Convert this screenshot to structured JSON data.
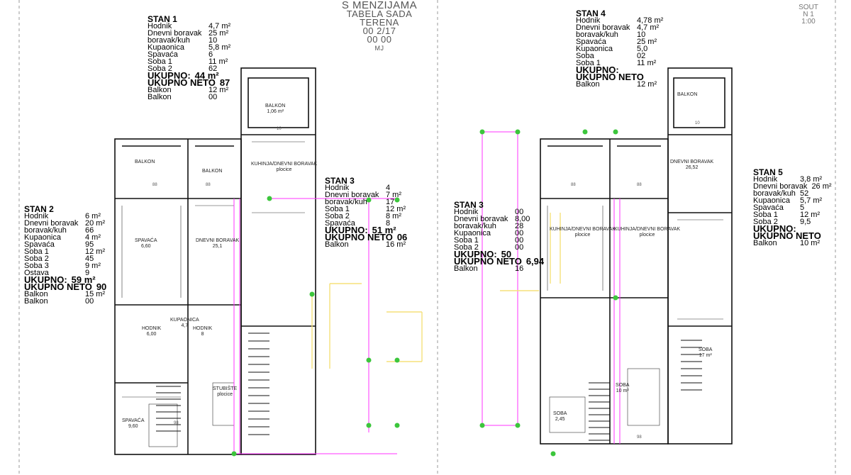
{
  "header": {
    "title": "S MENZIJAMA",
    "line2": "TABELA SADA",
    "line3": "TERENA",
    "line4": "00 2/17",
    "line5": "00 00",
    "line6": "MJ"
  },
  "corner": {
    "line1": "SOUT",
    "line2": "N 1",
    "line3": "1:00"
  },
  "tables": [
    {
      "title": "STAN 1",
      "rows": [
        {
          "label": "Hodnik",
          "value": "4,7 m²"
        },
        {
          "label": "Dnevni boravak",
          "value": "25 m²"
        },
        {
          "label": "boravak/kuh",
          "value": "10"
        },
        {
          "label": "Kupaonica",
          "value": "5,8 m²"
        },
        {
          "label": "Spavaća",
          "value": "6"
        },
        {
          "label": "Soba 1",
          "value": "11 m²"
        },
        {
          "label": "Soba 2",
          "value": "62"
        }
      ],
      "total_label": "UKUPNO:",
      "total_value": "44 m²",
      "ext_label": "UKUPNO NETO",
      "ext_value": "87",
      "extra": [
        {
          "label": "Balkon",
          "value": "12 m²"
        },
        {
          "label": "Balkon",
          "value": "00"
        }
      ]
    },
    {
      "title": "STAN 2",
      "rows": [
        {
          "label": "Hodnik",
          "value": "6 m²"
        },
        {
          "label": "Dnevni boravak",
          "value": "20 m²"
        },
        {
          "label": "boravak/kuh",
          "value": "66"
        },
        {
          "label": "Kupaonica",
          "value": "4 m²"
        },
        {
          "label": "Spavaća",
          "value": "95"
        },
        {
          "label": "Soba 1",
          "value": "12 m²"
        },
        {
          "label": "Soba 2",
          "value": "45"
        },
        {
          "label": "Soba 3",
          "value": "9 m²"
        },
        {
          "label": "Ostava",
          "value": "9"
        }
      ],
      "total_label": "UKUPNO:",
      "total_value": "59 m²",
      "ext_label": "UKUPNO NETO",
      "ext_value": "90",
      "extra": [
        {
          "label": "Balkon",
          "value": "15 m²"
        },
        {
          "label": "Balkon",
          "value": "00"
        }
      ]
    },
    {
      "title": "STAN 3",
      "rows": [
        {
          "label": "Hodnik",
          "value": "4"
        },
        {
          "label": "Dnevni boravak",
          "value": "7 m²"
        },
        {
          "label": "boravak/kuh",
          "value": "17"
        },
        {
          "label": "Soba 1",
          "value": "12 m²"
        },
        {
          "label": "Soba 2",
          "value": "8 m²"
        },
        {
          "label": "Spavaća",
          "value": "8"
        }
      ],
      "total_label": "UKUPNO:",
      "total_value": "51 m²",
      "ext_label": "UKUPNO NETO",
      "ext_value": "06",
      "extra": [
        {
          "label": "Balkon",
          "value": "16 m²"
        }
      ]
    },
    {
      "title": "STAN 3",
      "rows": [
        {
          "label": "Hodnik",
          "value": "00"
        },
        {
          "label": "Dnevni boravak",
          "value": "8,00"
        },
        {
          "label": "boravak/kuh",
          "value": "28"
        },
        {
          "label": "Kupaonica",
          "value": "00"
        },
        {
          "label": "Soba 1",
          "value": "00"
        },
        {
          "label": "Soba 2",
          "value": "00"
        }
      ],
      "total_label": "UKUPNO:",
      "total_value": "50",
      "ext_label": "UKUPNO NETO",
      "ext_value": "6,94",
      "extra": [
        {
          "label": "Balkon",
          "value": "16"
        }
      ]
    },
    {
      "title": "STAN 4",
      "rows": [
        {
          "label": "Hodnik",
          "value": "4,78 m²"
        },
        {
          "label": "Dnevni boravak",
          "value": "4,7 m²"
        },
        {
          "label": "boravak/kuh",
          "value": "10"
        },
        {
          "label": "Spavaća",
          "value": "25 m²"
        },
        {
          "label": "Kupaonica",
          "value": "5,0"
        },
        {
          "label": "Soba",
          "value": "02"
        },
        {
          "label": "Soba 1",
          "value": "11 m²"
        }
      ],
      "total_label": "UKUPNO:",
      "total_value": "",
      "ext_label": "UKUPNO NETO",
      "ext_value": "",
      "extra": [
        {
          "label": "Balkon",
          "value": "12 m²"
        }
      ]
    },
    {
      "title": "STAN 5",
      "rows": [
        {
          "label": "Hodnik",
          "value": "3,8 m²"
        },
        {
          "label": "Dnevni boravak",
          "value": "26 m²"
        },
        {
          "label": "boravak/kuh",
          "value": "52"
        },
        {
          "label": "Kupaonica",
          "value": "5,7 m²"
        },
        {
          "label": "Spavaća",
          "value": "5"
        },
        {
          "label": "Soba 1",
          "value": "12 m²"
        },
        {
          "label": "Soba 2",
          "value": "9,5"
        }
      ],
      "total_label": "UKUPNO:",
      "total_value": "",
      "ext_label": "UKUPNO NETO",
      "ext_value": "",
      "extra": [
        {
          "label": "Balkon",
          "value": "10 m²"
        }
      ]
    }
  ],
  "rooms": [
    {
      "name": "BALKON",
      "area": ""
    },
    {
      "name": "BALKON",
      "area": ""
    },
    {
      "name": "DNEVNI BORAVAK",
      "area": "25,1"
    },
    {
      "name": "SPAVAĆA",
      "area": "6,60"
    },
    {
      "name": "KUHINJA/DNEVNI BORAVAK",
      "area": "plocice"
    },
    {
      "name": "KUPAONICA",
      "area": "4,7"
    },
    {
      "name": "HODNIK",
      "area": "6,00"
    },
    {
      "name": "HODNIK",
      "area": "8"
    },
    {
      "name": "SPAVAĆA",
      "area": "9,60"
    },
    {
      "name": "STUBIŠTE",
      "area": "plocice"
    },
    {
      "name": "BALKON",
      "area": "1,06 m²"
    },
    {
      "name": "SOBA",
      "area": "2,45"
    },
    {
      "name": "KUHINJA/DNEVNI BORAVAK",
      "area": "plocice"
    },
    {
      "name": "KUHINJA/DNEVNI BORAVAK",
      "area": "plocice"
    },
    {
      "name": "DNEVNI BORAVAK",
      "area": "26,52"
    },
    {
      "name": "SOBA",
      "area": "10 m²"
    },
    {
      "name": "SOBA",
      "area": "17 m²"
    },
    {
      "name": "BALKON",
      "area": ""
    }
  ],
  "colors": {
    "wall": "#111111",
    "plumbing": "#ff33ff",
    "electric": "#f5e07a",
    "node": "#3cc63c"
  }
}
